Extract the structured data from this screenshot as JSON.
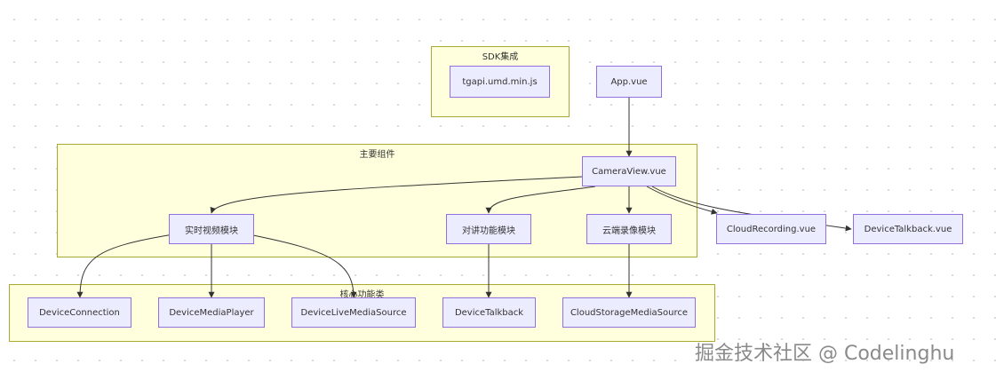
{
  "clusters": {
    "sdk": "SDK集成",
    "main": "主要组件",
    "core": "核心功能类"
  },
  "nodes": {
    "tgapi": "tgapi.umd.min.js",
    "app": "App.vue",
    "camera_view": "CameraView.vue",
    "realtime_video": "实时视频模块",
    "talk_module": "对讲功能模块",
    "cloud_record_module": "云端录像模块",
    "cloud_recording": "CloudRecording.vue",
    "device_talkback_vue": "DeviceTalkback.vue",
    "device_connection": "DeviceConnection",
    "device_media_player": "DeviceMediaPlayer",
    "device_live_media_source": "DeviceLiveMediaSource",
    "device_talkback": "DeviceTalkback",
    "cloud_storage_media_source": "CloudStorageMediaSource"
  },
  "watermark": "掘金技术社区 @ Codelinghu",
  "colors": {
    "cluster_fill": "#ffffde",
    "cluster_border": "#aaaa33",
    "node_fill": "#ececff",
    "node_border": "#9370db",
    "edge": "#333333"
  }
}
